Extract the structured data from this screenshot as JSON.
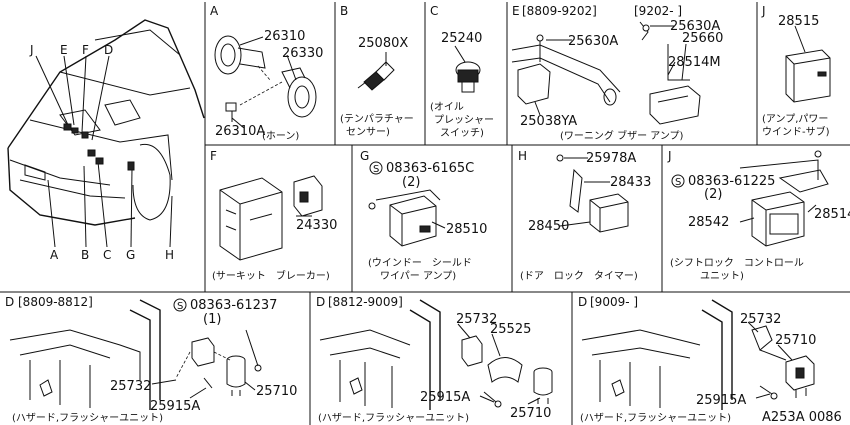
{
  "diagram_id": "A253A 0086",
  "car_letters": [
    "J",
    "E",
    "F",
    "D",
    "A",
    "B",
    "C",
    "G",
    "H"
  ],
  "panels": {
    "A": {
      "letter": "A",
      "parts": [
        "26310",
        "26330",
        "26310A"
      ],
      "caption": "(ホーン)"
    },
    "B": {
      "letter": "B",
      "parts": [
        "25080X"
      ],
      "caption_lines": [
        "(テンパラチャー",
        "センサー)"
      ]
    },
    "C": {
      "letter": "C",
      "parts": [
        "25240"
      ],
      "caption_lines": [
        "(オイル",
        "プレッシャー",
        "スイッチ)"
      ]
    },
    "E1": {
      "letter": "E",
      "date": "[8809-9202]",
      "parts": [
        "25630A",
        "25038YA"
      ]
    },
    "E2": {
      "date": "[9202-    ]",
      "parts": [
        "25630A",
        "25660",
        "28514M"
      ]
    },
    "E_caption": "(ワーニング ブザー アンプ)",
    "J1": {
      "letter": "J",
      "parts": [
        "28515"
      ],
      "caption_lines": [
        "(アンプ,パワー",
        "ウインド-サブ)"
      ]
    },
    "F": {
      "letter": "F",
      "parts": [
        "24330"
      ],
      "caption": "(サーキット　ブレーカー)"
    },
    "G": {
      "letter": "G",
      "screw": "08363-6165C",
      "qty": "(2)",
      "parts": [
        "28510"
      ],
      "caption_lines": [
        "(ウインドー　シールド",
        "ワイパー アンプ)"
      ]
    },
    "H": {
      "letter": "H",
      "parts": [
        "25978A",
        "28433",
        "28450"
      ],
      "caption": "(ドア　ロック　タイマー)"
    },
    "J2": {
      "letter": "J",
      "screw": "08363-61225",
      "qty": "(2)",
      "parts": [
        "28542",
        "28514"
      ],
      "caption_lines": [
        "(シフトロック　コントロール",
        "ユニット)"
      ]
    },
    "D1": {
      "letter": "D",
      "date": "[8809-8812]",
      "screw": "08363-61237",
      "qty": "(1)",
      "parts": [
        "25732",
        "25915A",
        "25710"
      ],
      "caption": "(ハザード,フラッシャーユニット)"
    },
    "D2": {
      "letter": "D",
      "date": "[8812-9009]",
      "parts": [
        "25732",
        "25525",
        "25915A",
        "25710"
      ],
      "caption": "(ハザード,フラッシャーユニット)"
    },
    "D3": {
      "letter": "D",
      "date": "[9009-    ]",
      "parts": [
        "25732",
        "25710",
        "25915A"
      ],
      "caption": "(ハザード,フラッシャーユニット)"
    }
  }
}
